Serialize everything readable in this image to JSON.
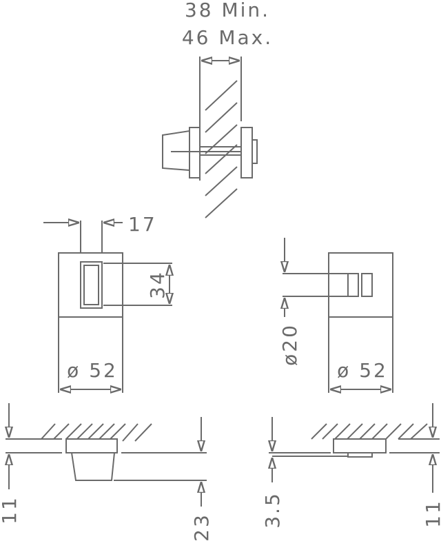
{
  "title": "Bathroom turn and release – dimension drawing",
  "dimensions": {
    "door_min": "38 Min.",
    "door_max": "46 Max.",
    "turn_width": "17",
    "turn_height": "34",
    "rosette_diameter_left": "ø 52",
    "indicator_diameter": "ø20",
    "rosette_diameter_right": "ø 52",
    "rosette_thickness_left": "11",
    "turn_projection": "23",
    "release_projection": "3.5",
    "rosette_thickness_right": "11"
  },
  "colors": {
    "line": "#6a6a6a",
    "background": "#ffffff"
  }
}
